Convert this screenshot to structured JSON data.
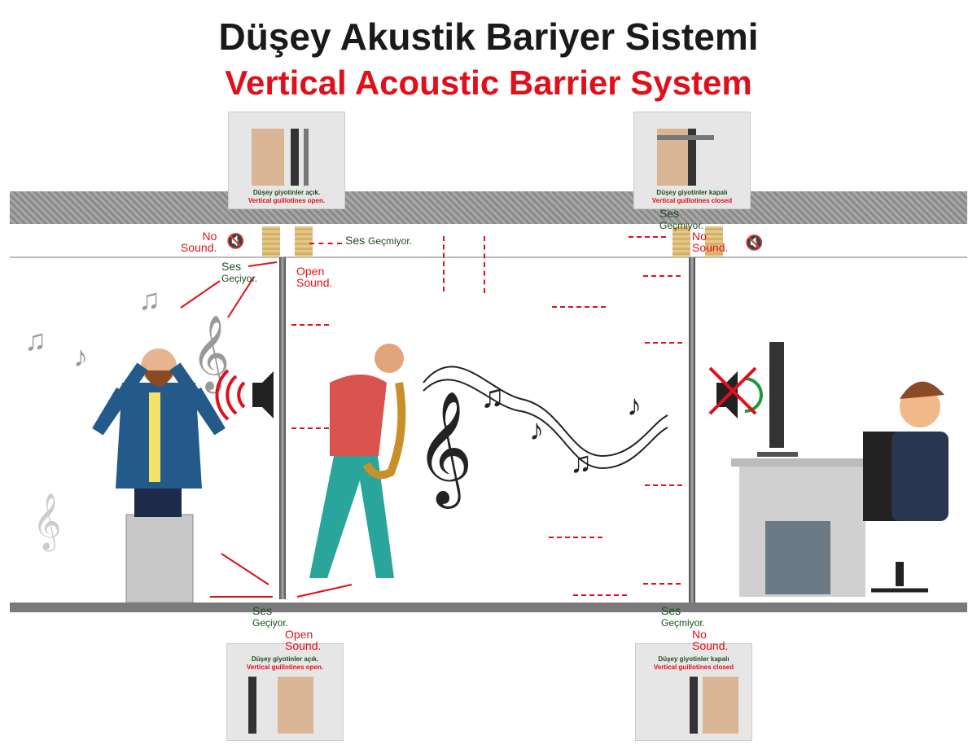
{
  "title_tr": "Düşey Akustik Bariyer Sistemi",
  "title_en": "Vertical Acoustic Barrier System",
  "insets": {
    "top_left": {
      "tr": "Düşey giyotinler açık.",
      "en": "Vertical guillotines open."
    },
    "top_right": {
      "tr": "Düşey giyotinler kapalı",
      "en": "Vertical guillotines closed"
    },
    "bottom_left": {
      "tr": "Düşey giyotinler açık.",
      "en": "Vertical guillotines open."
    },
    "bottom_right": {
      "tr": "Düşey giyotinler kapalı",
      "en": "Vertical guillotines closed"
    }
  },
  "labels": {
    "ses": "Ses",
    "geciyor": "Geçiyor.",
    "gecmiyor": "Geçmiyor.",
    "no": "No",
    "sound": "Sound.",
    "open": "Open"
  },
  "colors": {
    "accent": "#e0101a",
    "text_green": "#1d4d1d"
  }
}
